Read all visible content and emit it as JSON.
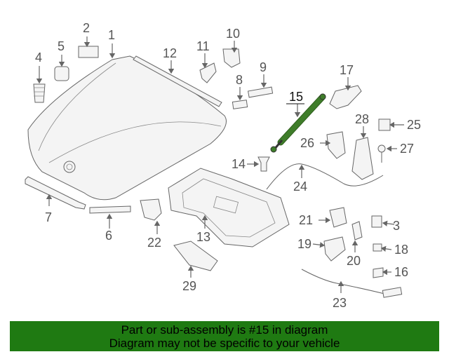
{
  "diagram": {
    "highlight_color": "#3f7d2a",
    "highlighted_part": "15",
    "callouts": {
      "c1": "1",
      "c2": "2",
      "c3": "3",
      "c4": "4",
      "c5": "5",
      "c6": "6",
      "c7": "7",
      "c8": "8",
      "c9": "9",
      "c10": "10",
      "c11": "11",
      "c12": "12",
      "c13": "13",
      "c14": "14",
      "c15": "15",
      "c16": "16",
      "c17": "17",
      "c18": "18",
      "c19": "19",
      "c20": "20",
      "c21": "21",
      "c22": "22",
      "c23": "23",
      "c24": "24",
      "c25": "25",
      "c26": "26",
      "c27": "27",
      "c28": "28",
      "c29": "29"
    }
  },
  "banner": {
    "background": "#1f7a12",
    "line1": "Part or sub-assembly is #15 in diagram",
    "line2": "Diagram may not be specific to your vehicle"
  }
}
